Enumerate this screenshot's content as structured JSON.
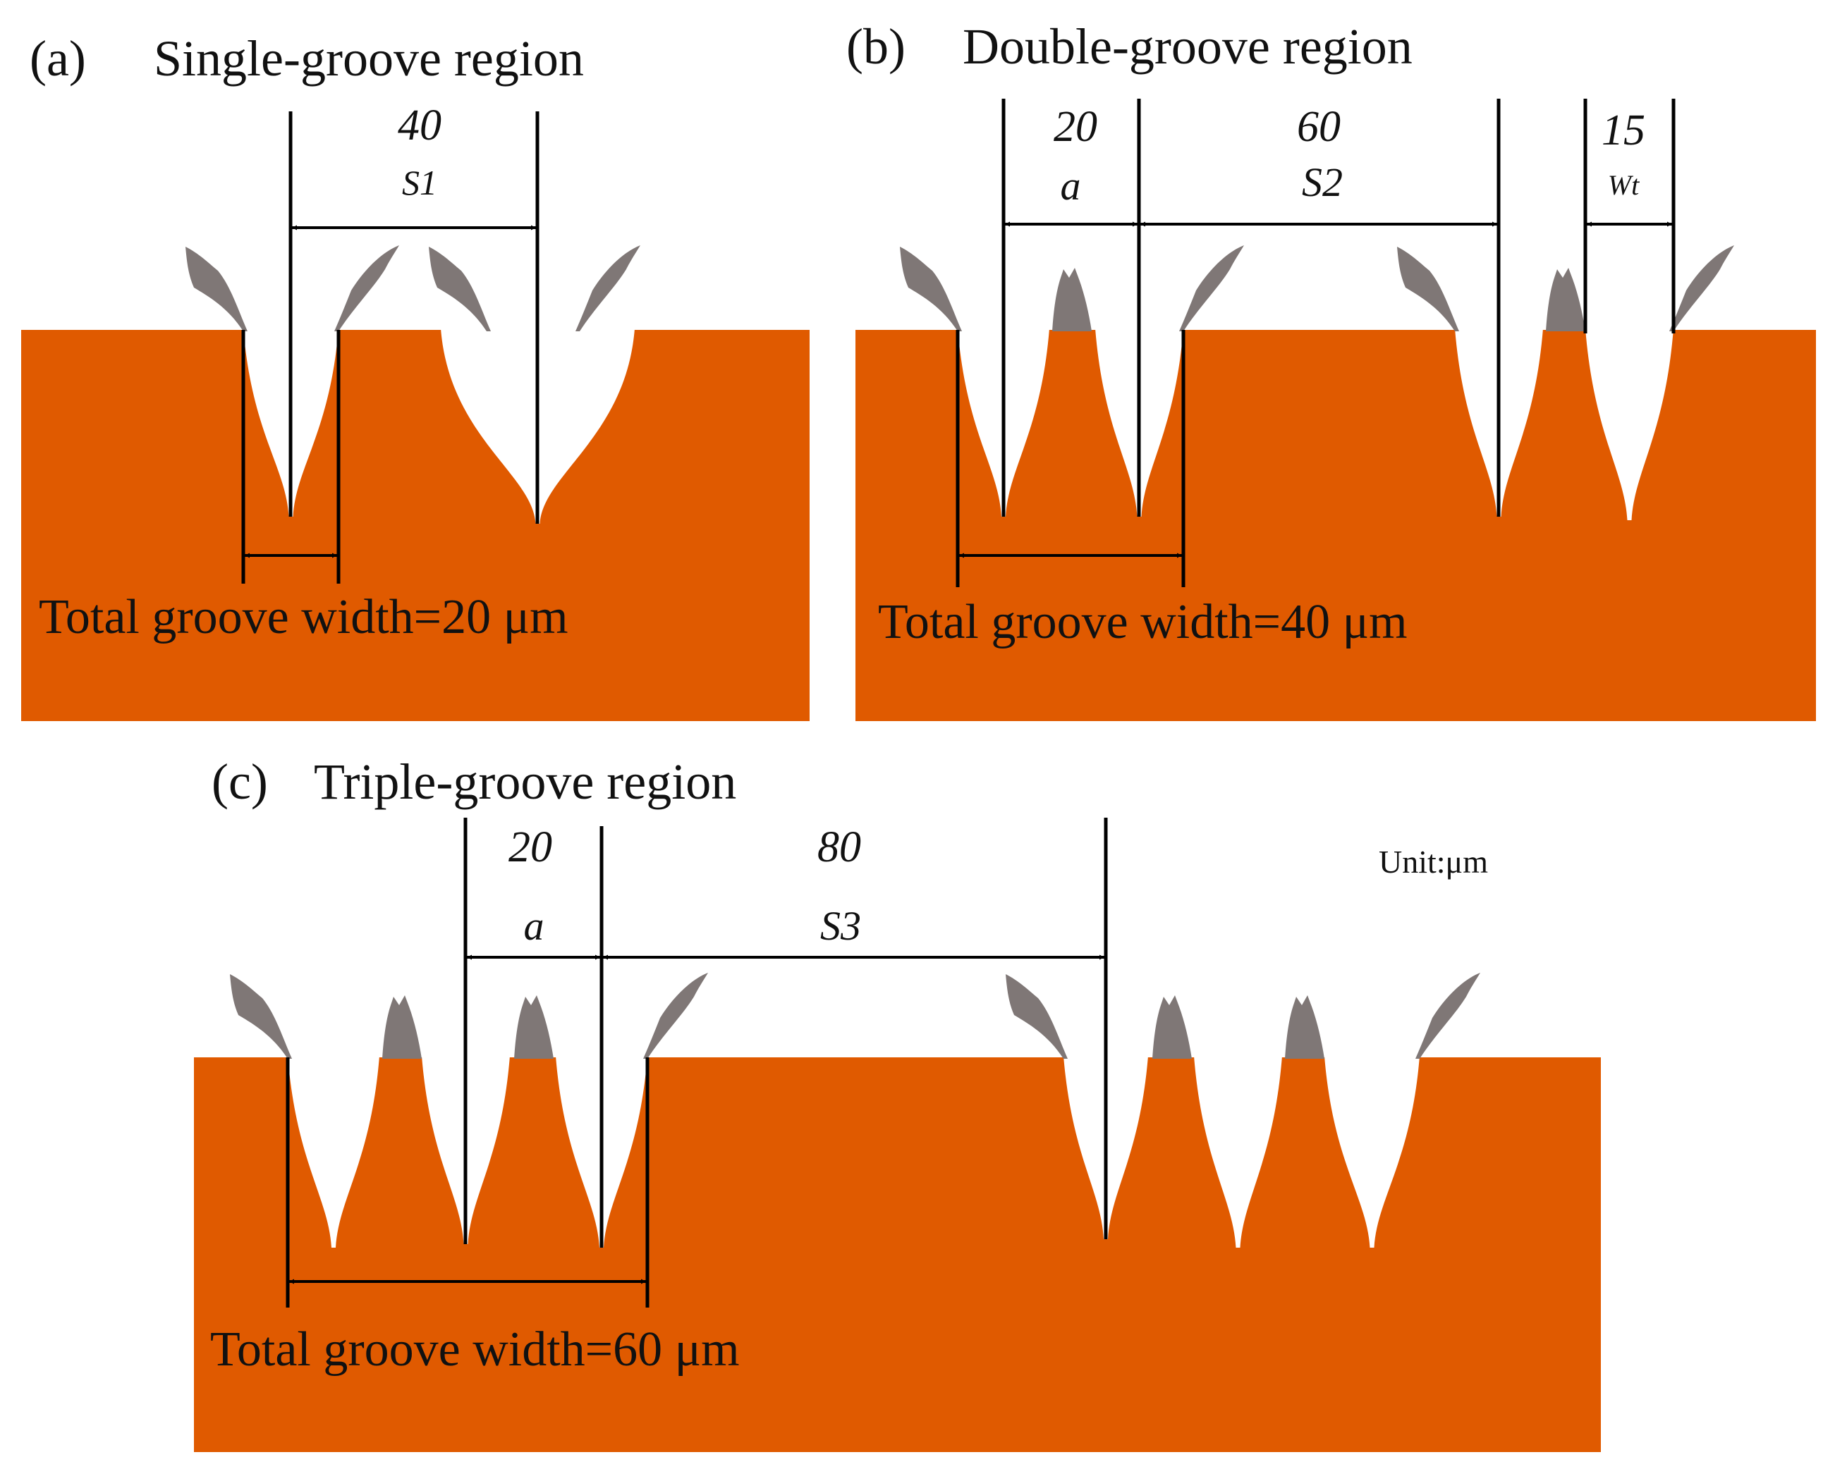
{
  "colors": {
    "substrate": "#E05A00",
    "burr": "#7F7776",
    "line": "#000000",
    "background": "#FFFFFF"
  },
  "panels": {
    "a": {
      "label": "(a)",
      "title": "Single-groove region",
      "dims": [
        {
          "value": "40",
          "symbol": "S1"
        }
      ],
      "total": "Total groove width=20 μm"
    },
    "b": {
      "label": "(b)",
      "title": "Double-groove region",
      "dims": [
        {
          "value": "20",
          "symbol": "a"
        },
        {
          "value": "60",
          "symbol": "S2"
        },
        {
          "value": "15",
          "symbol": "Wt"
        }
      ],
      "total": "Total groove width=40 μm"
    },
    "c": {
      "label": "(c)",
      "title": "Triple-groove region",
      "dims": [
        {
          "value": "20",
          "symbol": "a"
        },
        {
          "value": "80",
          "symbol": "S3"
        }
      ],
      "total": "Total groove width=60 μm"
    }
  },
  "unit": "Unit:μm"
}
